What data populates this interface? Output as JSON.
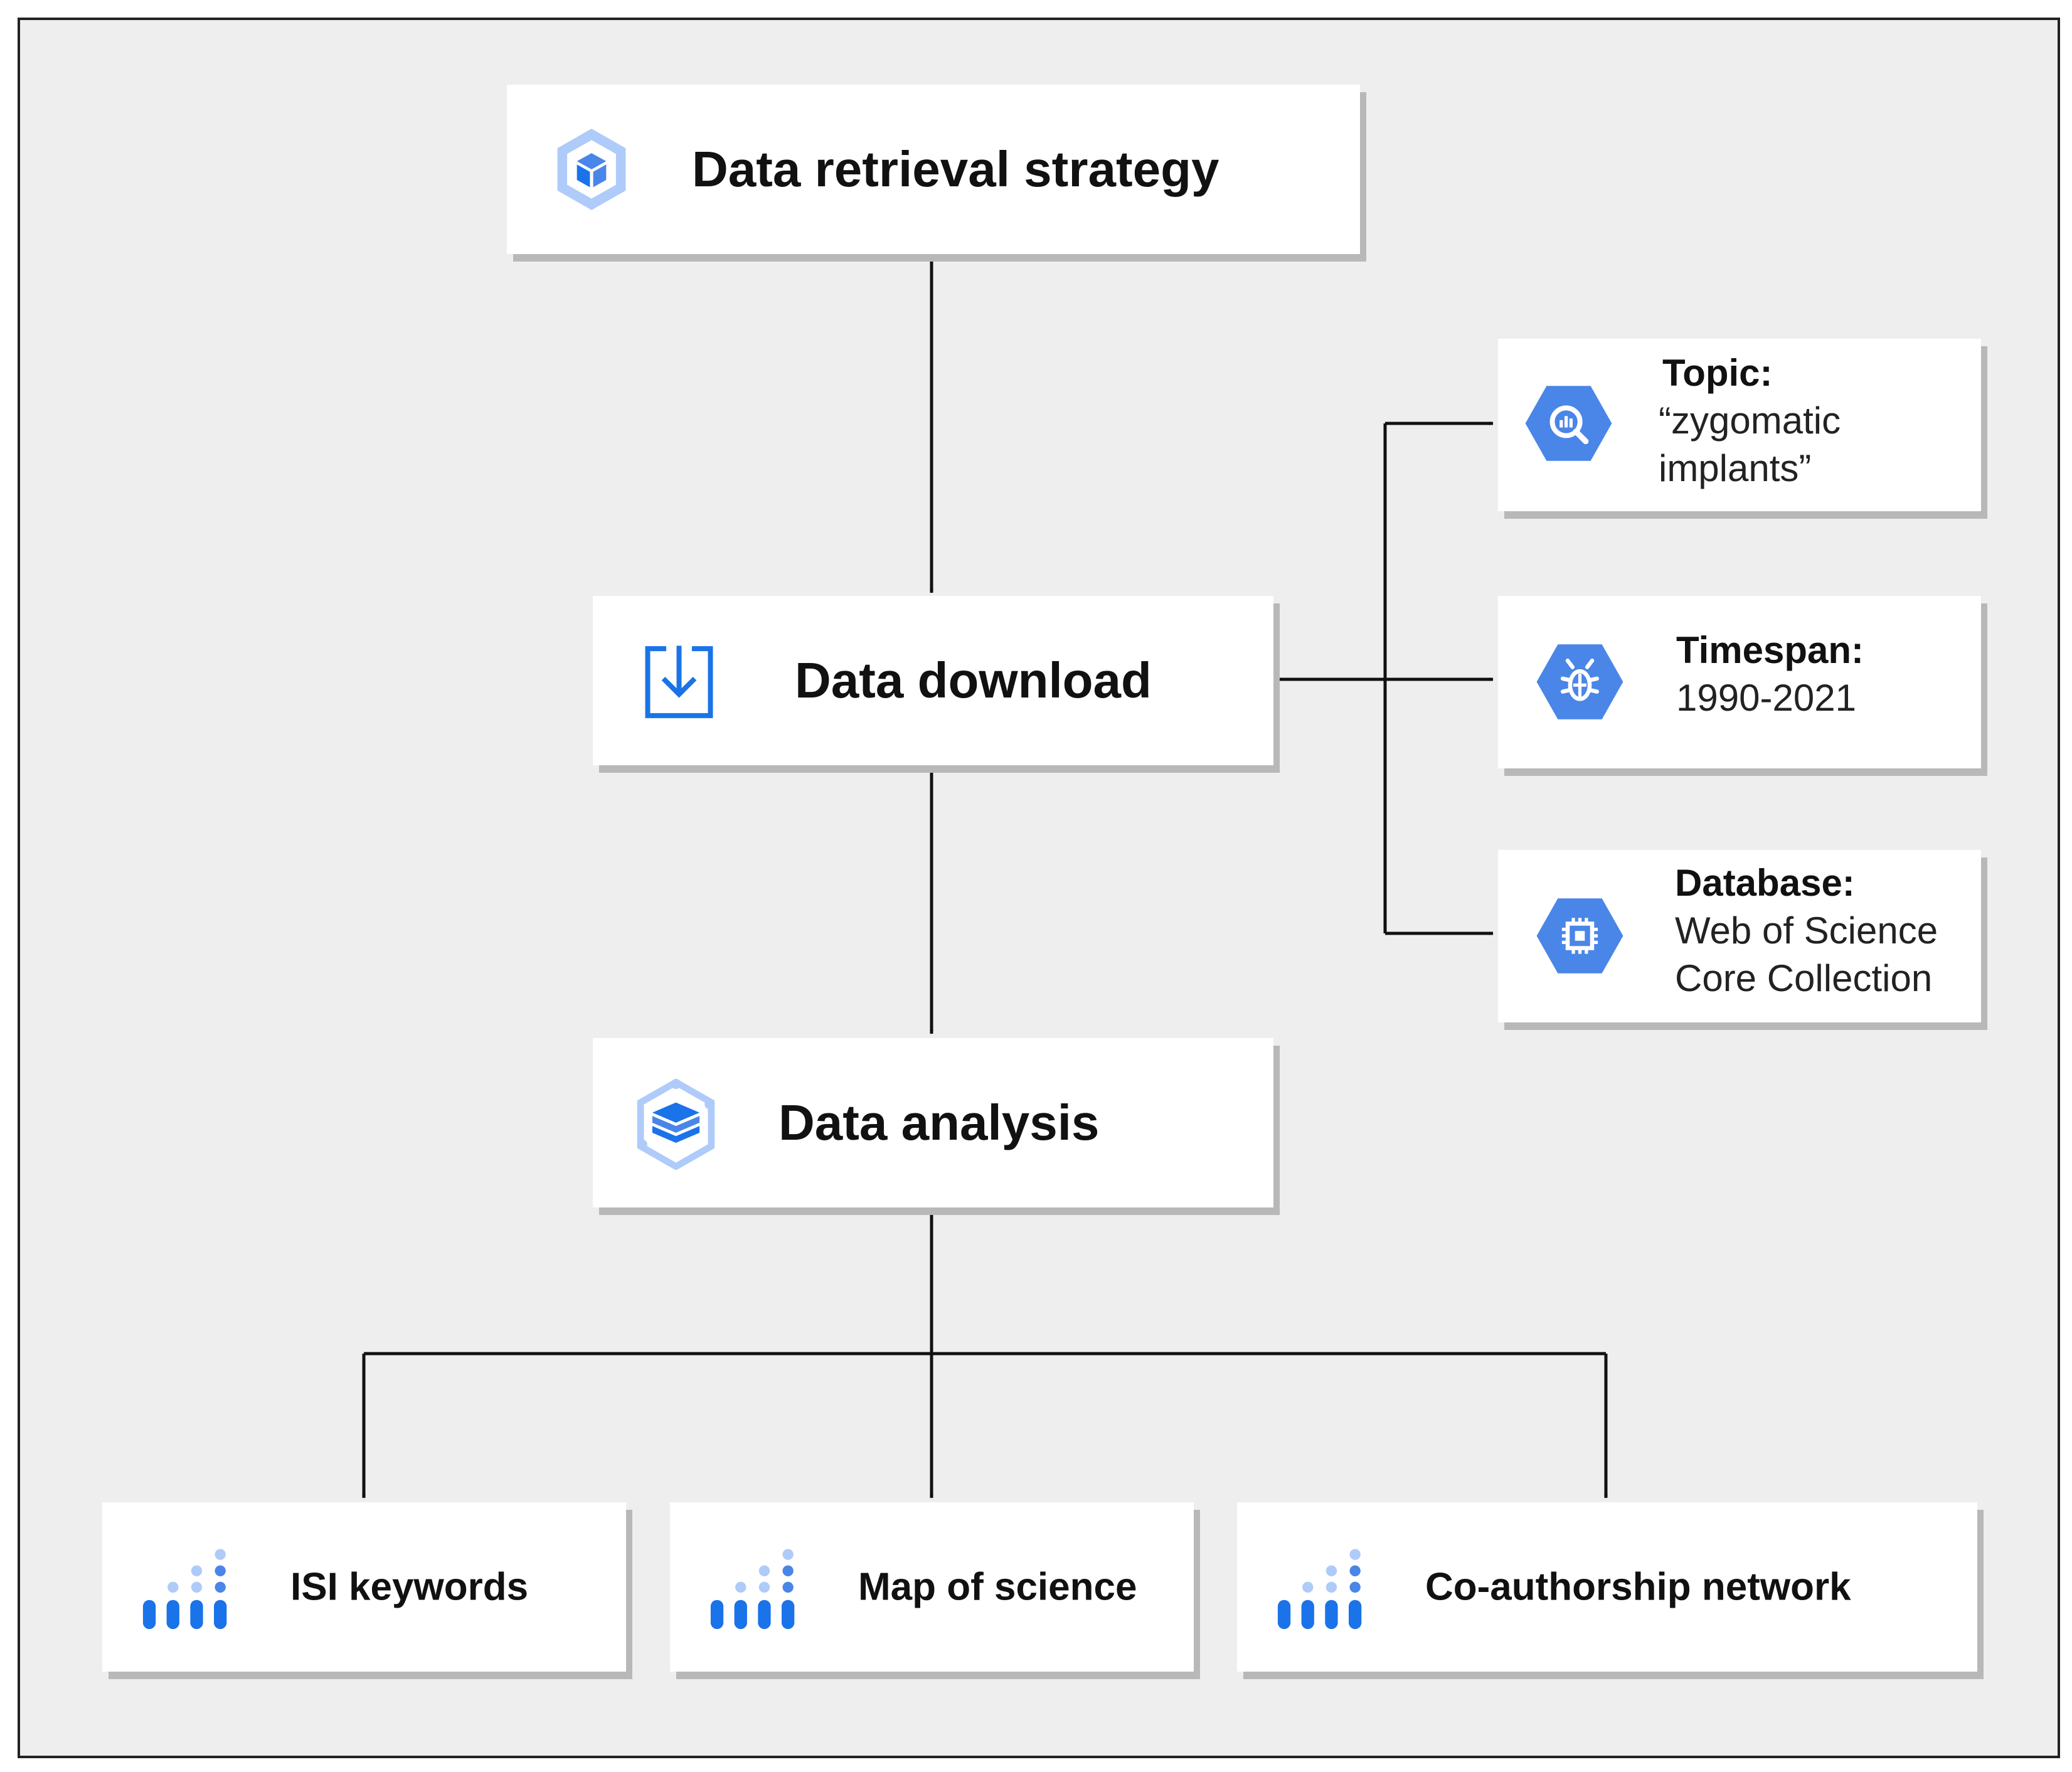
{
  "nodes": {
    "retrieval": {
      "label": "Data retrieval strategy",
      "icon": "cube-hexagon-icon"
    },
    "download": {
      "label": "Data download",
      "icon": "download-icon"
    },
    "analysis": {
      "label": "Data analysis",
      "icon": "layers-hexagon-icon"
    },
    "topic": {
      "title": "Topic:",
      "lines": [
        "“zygomatic",
        "implants”"
      ],
      "icon": "search-analytics-icon"
    },
    "timespan": {
      "title": "Timespan:",
      "lines": [
        "1990-2021"
      ],
      "icon": "bug-icon"
    },
    "database": {
      "title": "Database:",
      "lines": [
        "Web of Science",
        "Core Collection"
      ],
      "icon": "chip-icon"
    },
    "isi": {
      "label": "ISI keywords",
      "icon": "bar-dots-icon"
    },
    "map": {
      "label": "Map of science",
      "icon": "bar-dots-icon"
    },
    "coauthor": {
      "label": "Co-authorship network",
      "icon": "bar-dots-icon"
    }
  },
  "colors": {
    "hexagon_blue": "#4a86e8",
    "light_blue": "#aecbfa",
    "outline_blue": "#1a73e8",
    "frame_background": "#eeeeee",
    "box_shadow": "#b8b8b8"
  }
}
